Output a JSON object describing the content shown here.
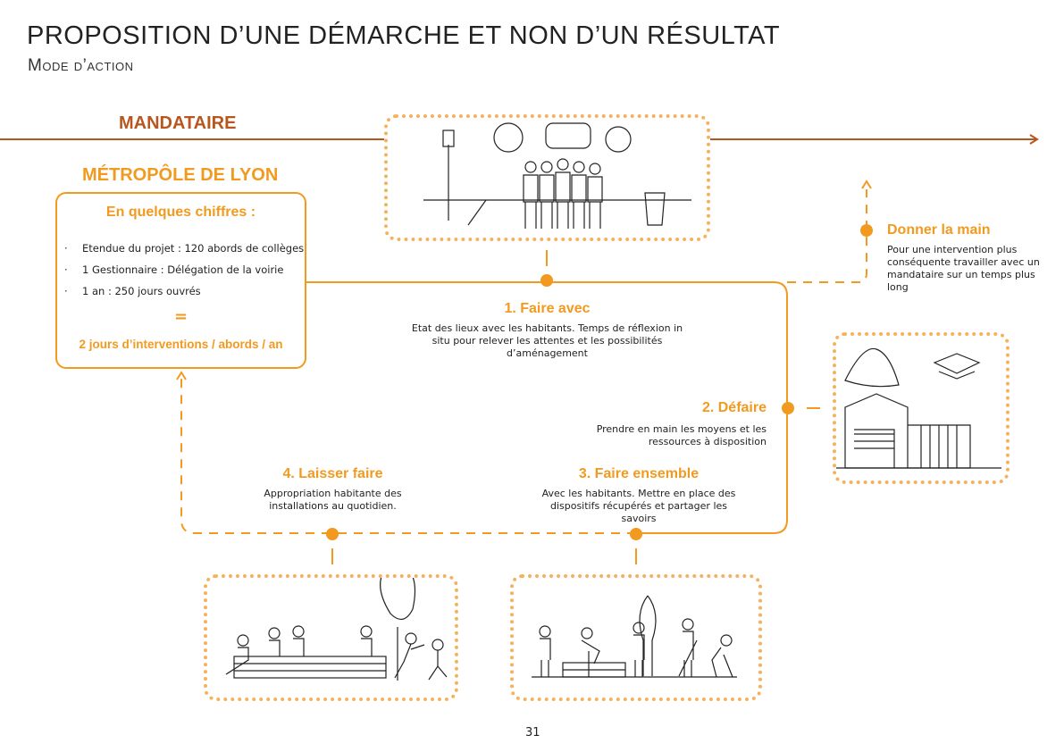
{
  "header": {
    "title": "PROPOSITION D’UNE DÉMARCHE ET NON D’UN RÉSULTAT",
    "subtitle": "Mode d’action"
  },
  "mandataire_label": "MANDATAIRE",
  "client": {
    "name": "MÉTROPÔLE DE LYON",
    "box_title": "En quelques chiffres :",
    "items": [
      "Etendue du projet : 120 abords de collèges",
      "1 Gestionnaire : Délégation de la voirie",
      "1 an : 250 jours ouvrés"
    ],
    "equals": "=",
    "result": "2 jours d’interventions / abords / an"
  },
  "steps": [
    {
      "title": "1. Faire avec",
      "text": "Etat des lieux avec les habitants. Temps de réflexion in situ pour relever les attentes et les possibilités d’aménagement"
    },
    {
      "title": "2. Défaire",
      "text": "Prendre en main les moyens et les ressources à disposition"
    },
    {
      "title": "3. Faire ensemble",
      "text": "Avec les habitants. Mettre en place des dispositifs récupérés et partager les savoirs"
    },
    {
      "title": "4. Laisser faire",
      "text": "Appropriation habitante des installations au quotidien."
    }
  ],
  "handover": {
    "title": "Donner la main",
    "text": "Pour une intervention plus conséquente travailler avec un mandataire sur un temps plus long"
  },
  "colors": {
    "accent": "#f29a1f",
    "rust": "#b8561f"
  },
  "page_number": "31"
}
